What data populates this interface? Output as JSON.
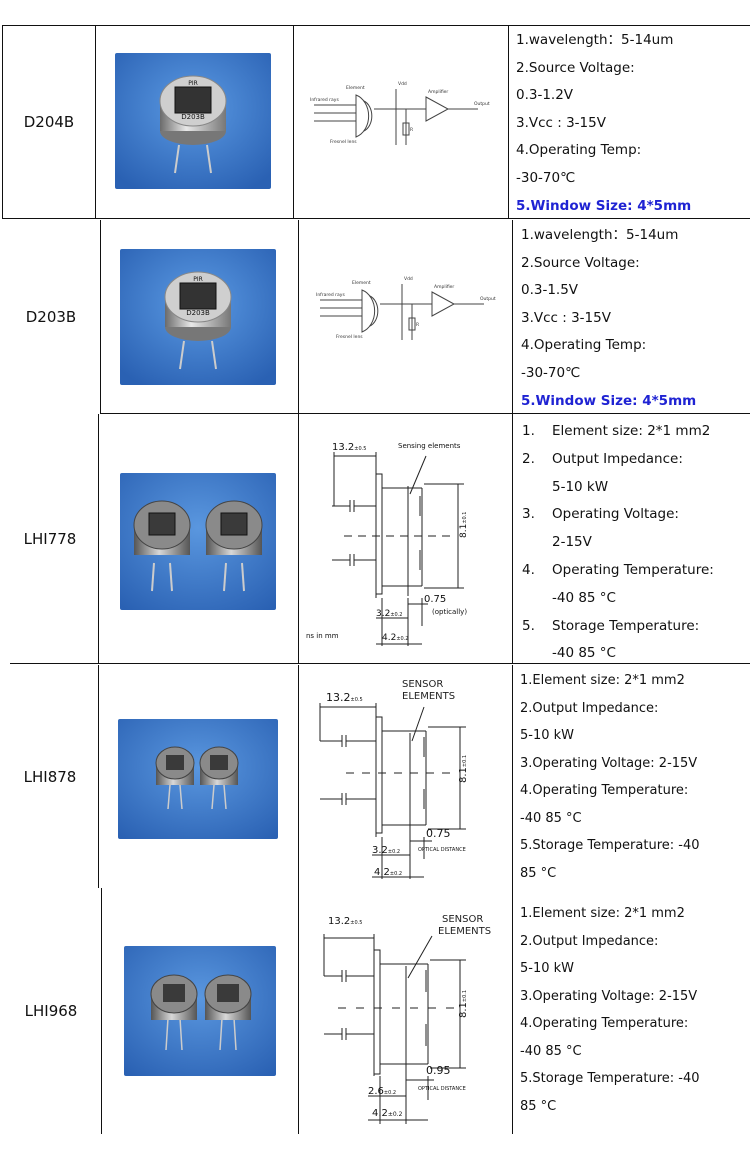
{
  "rows": [
    {
      "model": "D204B",
      "chip_label_top": "PIR",
      "chip_label": "D203B",
      "specs": [
        "1.wavelength：5-14um",
        "2.Source Voltage:",
        "0.3-1.2V",
        "3.Vcc : 3-15V",
        "4.Operating Temp:",
        "-30-70℃",
        "5.Window Size: 4*5mm"
      ],
      "diagram_labels": {
        "element": "Element",
        "infrared": "Infrared rays",
        "fresnel": "Fresnel lens",
        "amplifier": "Amplifier",
        "output": "Output",
        "vdd": "Vdd",
        "res": "R"
      }
    },
    {
      "model": "D203B",
      "chip_label_top": "PIR",
      "chip_label": "D203B",
      "specs": [
        "1.wavelength：5-14um",
        "2.Source Voltage:",
        "0.3-1.5V",
        "3.Vcc : 3-15V",
        "4.Operating Temp:",
        "-30-70℃",
        "5.Window Size: 4*5mm"
      ],
      "diagram_labels": {
        "element": "Element",
        "infrared": "Infrared rays",
        "fresnel": "Fresnel lens",
        "amplifier": "Amplifier",
        "output": "Output",
        "vdd": "Vdd",
        "res": "R"
      }
    },
    {
      "model": "LHI778",
      "specs": [
        {
          "num": "1.",
          "text": "Element size: 2*1 mm2"
        },
        {
          "num": "2.",
          "text": "Output Impedance:",
          "cont": "5-10 kW"
        },
        {
          "num": "3.",
          "text": "Operating Voltage:",
          "cont": "2-15V"
        },
        {
          "num": "4.",
          "text": "Operating Temperature:",
          "cont": "-40 85 °C"
        },
        {
          "num": "5.",
          "text": "Storage Temperature:",
          "cont": "-40 85 °C"
        }
      ],
      "diagram": {
        "width": "13.2",
        "width_tol": "±0.5",
        "sensing": "Sensing elements",
        "height": "8.1",
        "height_tol": "±0.1",
        "gap": "0.75",
        "gap_note": "(optically)",
        "depth": "3.2",
        "depth_tol": "±0.2",
        "base": "4.2",
        "base_tol": "±0.2",
        "units": "ns in mm"
      }
    },
    {
      "model": "LHI878",
      "specs": [
        "1.Element size: 2*1 mm2",
        "2.Output Impedance:",
        "5-10 kW",
        "3.Operating Voltage: 2-15V",
        "4.Operating Temperature:",
        "-40 85 °C",
        "5.Storage Temperature: -40",
        "85 °C"
      ],
      "diagram": {
        "width": "13.2",
        "width_tol": "±0.5",
        "sensor1": "SENSOR",
        "sensor2": "ELEMENTS",
        "height": "8.1",
        "height_tol": "±0.1",
        "gap": "0.75",
        "gap_note": "OPTICAL DISTANCE",
        "depth": "3.2",
        "depth_tol": "±0.2",
        "base": "4.2",
        "base_tol": "±0.2"
      }
    },
    {
      "model": "LHI968",
      "specs": [
        "1.Element size: 2*1 mm2",
        "2.Output Impedance:",
        "5-10 kW",
        "3.Operating Voltage: 2-15V",
        "4.Operating Temperature:",
        "-40 85 °C",
        "5.Storage Temperature: -40",
        "85 °C"
      ],
      "diagram": {
        "width": "13.2",
        "width_tol": "±0.5",
        "sensor1": "SENSOR",
        "sensor2": "ELEMENTS",
        "height": "8.1",
        "height_tol": "±0.1",
        "gap": "0.95",
        "gap_note": "OPTICAL DISTANCE",
        "depth": "2.6",
        "depth_tol": "±0.2",
        "base": "4.2",
        "base_tol": "±0.2"
      }
    }
  ],
  "colors": {
    "photo_bg": "#2f6fc2",
    "photo_bg_light": "#4a8ad8",
    "highlight": "#1f23d3",
    "border": "#111111"
  }
}
